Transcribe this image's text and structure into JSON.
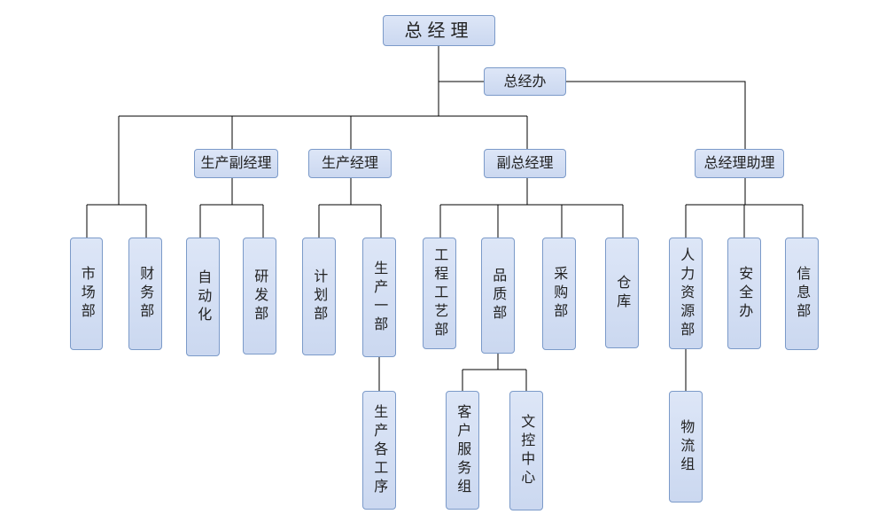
{
  "nodes": {
    "ceo": "总经理",
    "office": "总经办",
    "vp_production": "生产副经理",
    "production_manager": "生产经理",
    "deputy_gm": "副总经理",
    "gm_assistant": "总经理助理",
    "marketing": "市场部",
    "finance": "财务部",
    "automation": "自动化",
    "rnd": "研发部",
    "planning": "计划部",
    "production_1": "生产一部",
    "production_processes": "生产各工序",
    "engineering": "工程工艺部",
    "quality": "品质部",
    "customer_service": "客户服务组",
    "document_control": "文控中心",
    "purchasing": "采购部",
    "warehouse": "仓库",
    "hr": "人力资源部",
    "logistics": "物流组",
    "safety": "安全办",
    "it": "信息部"
  }
}
